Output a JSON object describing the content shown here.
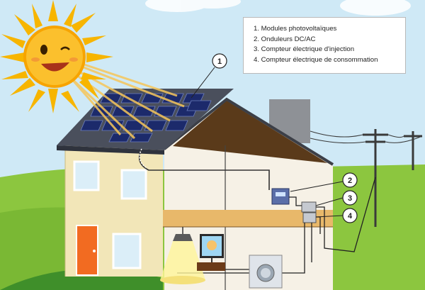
{
  "legend": {
    "items": [
      "1. Modules photovoltaïques",
      "2. Onduleurs DC/AC",
      "3. Compteur électrique d'injection",
      "4. Compteur électrique de consommation"
    ]
  },
  "callouts": {
    "c1": "1",
    "c2": "2",
    "c3": "3",
    "c4": "4"
  },
  "colors": {
    "sky": "#cfe9f6",
    "grass": "#8cc63f",
    "wall": "#f2e6b8",
    "roof": "#4a4f5c",
    "panel": "#1c2a6b",
    "sun": "#f7b500",
    "door": "#f26b21"
  }
}
